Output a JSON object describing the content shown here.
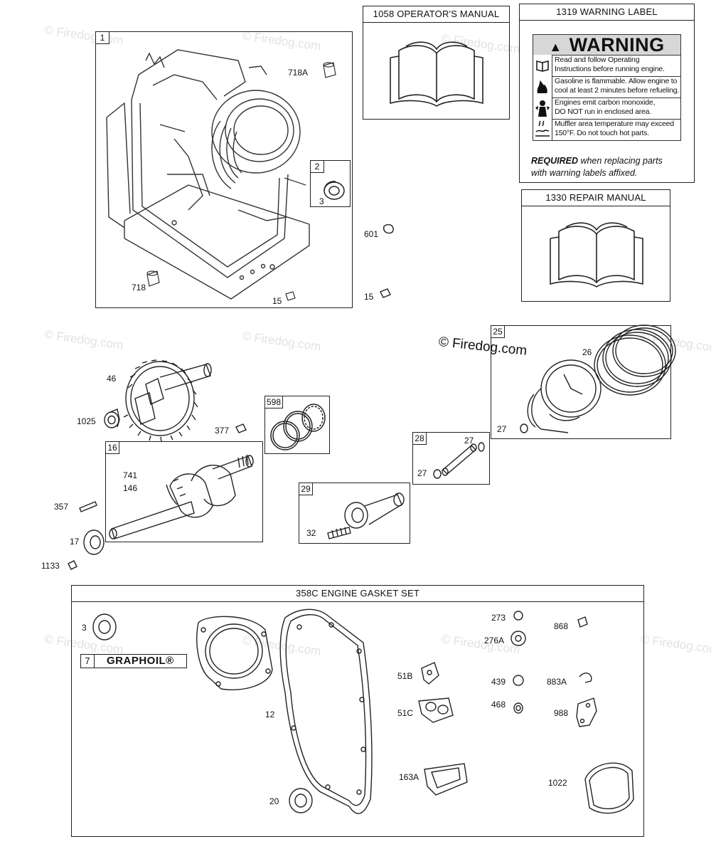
{
  "watermark": "© Firedog.com",
  "copyright": "© Firedog.com",
  "groups": {
    "g1": "1",
    "g2": "2",
    "g16": "16",
    "g598": "598",
    "g28": "28",
    "g29": "29",
    "g25": "25"
  },
  "manuals": {
    "operators": "1058 OPERATOR'S MANUAL",
    "warning": "1319 WARNING LABEL",
    "repair": "1330 REPAIR MANUAL"
  },
  "warning_label": {
    "heading": "WARNING",
    "rows": [
      {
        "icon": "book-icon",
        "line1": "Read and follow Operating",
        "line2": "Instructions before running engine."
      },
      {
        "icon": "flame-icon",
        "line1": "Gasoline is flammable. Allow engine to",
        "line2": "cool at least 2 minutes before refueling."
      },
      {
        "icon": "fumes-icon",
        "line1": "Engines emit carbon monoxide,",
        "line2": "DO NOT run in enclosed area."
      },
      {
        "icon": "hot-surface-icon",
        "line1": "Muffler area temperature may exceed",
        "line2": "150°F.  Do not touch hot parts."
      }
    ],
    "required_bold": "REQUIRED",
    "required_rest": " when replacing parts",
    "required_line2": "with warning labels affixed."
  },
  "gasket_set": {
    "title": "358C ENGINE GASKET SET",
    "graphoil_num": "7",
    "graphoil_text": "GRAPHOIL®"
  },
  "part_labels": {
    "p718A": "718A",
    "p3a": "3",
    "p718": "718",
    "p15a": "15",
    "p601": "601",
    "p15b": "15",
    "p46": "46",
    "p1025": "1025",
    "p377": "377",
    "p741": "741",
    "p146": "146",
    "p357": "357",
    "p17": "17",
    "p1133": "1133",
    "p32": "32",
    "p27a": "27",
    "p27b": "27",
    "p26": "26",
    "p27c": "27",
    "p3b": "3",
    "p12": "12",
    "p20": "20",
    "p51B": "51B",
    "p51C": "51C",
    "p163A": "163A",
    "p273": "273",
    "p276A": "276A",
    "p439": "439",
    "p468": "468",
    "p868": "868",
    "p883A": "883A",
    "p988": "988",
    "p1022": "1022"
  }
}
